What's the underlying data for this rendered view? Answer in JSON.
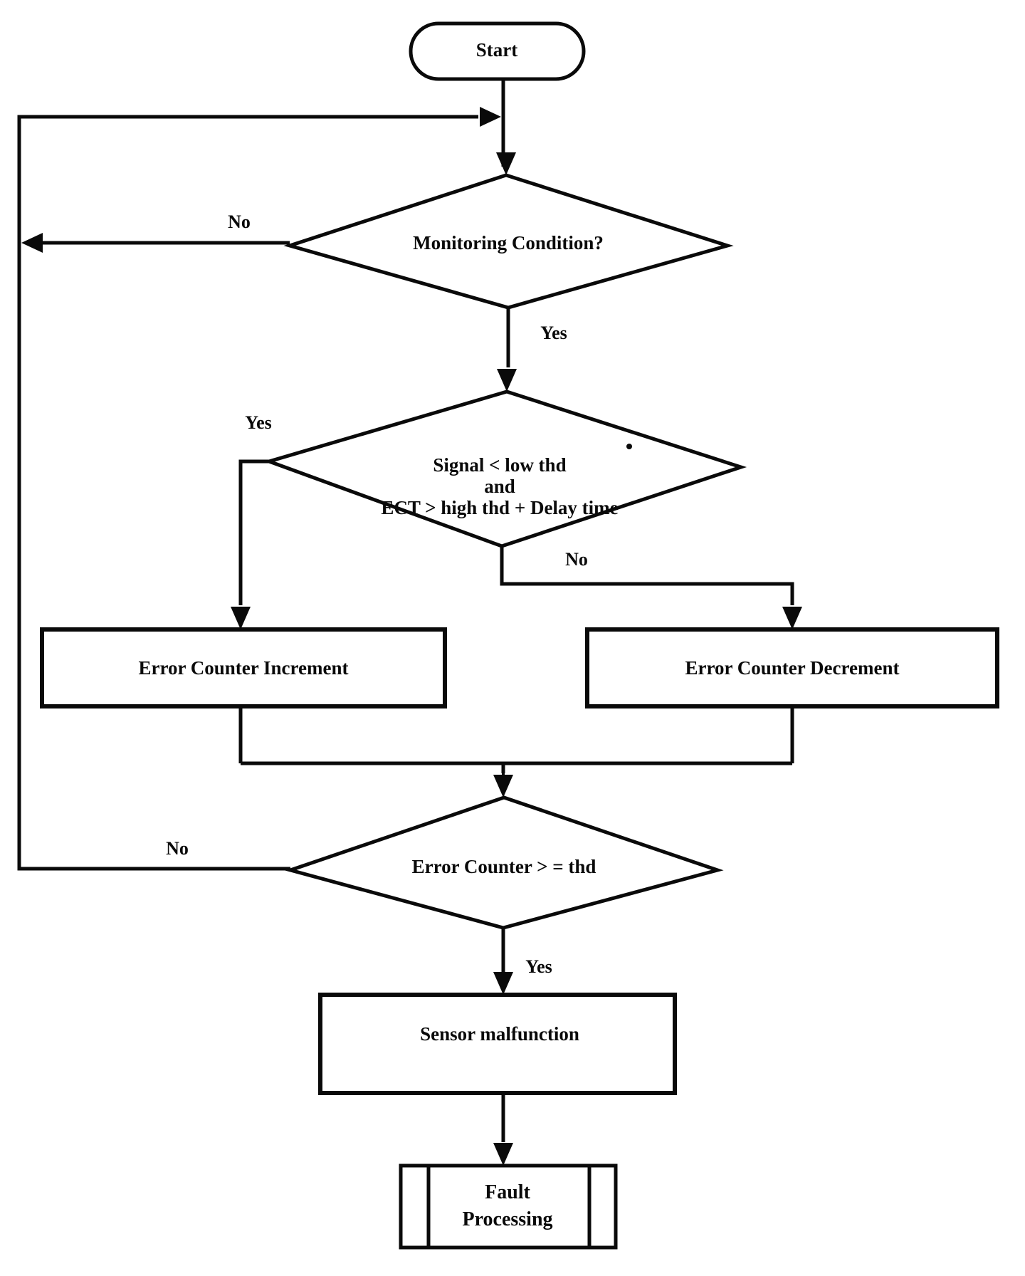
{
  "figure": {
    "type": "flowchart",
    "nodes": {
      "start": "Start",
      "monitoring": "Monitoring Condition?",
      "signal_line1": "Signal < low thd",
      "signal_line2": "and",
      "signal_line3": "ECT > high thd + Delay time",
      "increment": "Error Counter Increment",
      "decrement": "Error Counter Decrement",
      "counter_check": "Error Counter > = thd",
      "malfunction": "Sensor malfunction",
      "fault_line1": "Fault",
      "fault_line2": "Processing"
    },
    "labels": {
      "monitoring_no": "No",
      "monitoring_yes": "Yes",
      "signal_yes": "Yes",
      "signal_no": "No",
      "counter_no": "No",
      "counter_yes": "Yes"
    },
    "colors": {
      "line": "#0a0a0a",
      "background": "#ffffff"
    }
  }
}
